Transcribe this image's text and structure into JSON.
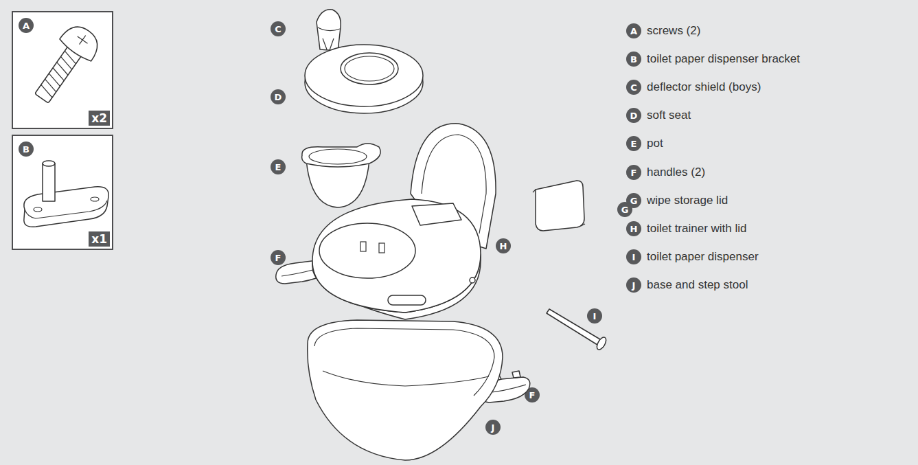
{
  "diagram": {
    "nodes": [
      {
        "text": [
          "x2"
        ]
      },
      {
        "text": [
          "A"
        ],
        "in": 0
      },
      {
        "text": [
          "x1"
        ]
      },
      {
        "text": [
          "B"
        ],
        "in": 2
      },
      {
        "text": [
          "C"
        ]
      },
      {
        "text": [
          "D"
        ]
      },
      {
        "text": [
          "E"
        ]
      },
      {
        "text": [
          "F"
        ]
      },
      {
        "text": [
          "G"
        ]
      },
      {
        "text": [
          "H"
        ]
      },
      {
        "text": [
          "I"
        ]
      },
      {
        "text": [
          "F"
        ]
      },
      {
        "text": [
          "J"
        ]
      },
      {
        "text": [
          "A",
          "screws (2)"
        ]
      },
      {
        "text": [
          "B",
          "toilet paper dispenser bracket"
        ]
      },
      {
        "text": [
          "C",
          "deflector shield (boys)"
        ]
      },
      {
        "text": [
          "D",
          "soft seat"
        ]
      },
      {
        "text": [
          "E",
          "pot"
        ]
      },
      {
        "text": [
          "F",
          "handles (2)"
        ]
      },
      {
        "text": [
          "G",
          "wipe storage lid"
        ]
      },
      {
        "text": [
          "H",
          "toilet trainer with lid"
        ]
      },
      {
        "text": [
          "I",
          "toilet paper dispenser"
        ]
      },
      {
        "text": [
          "J",
          "base and step stool"
        ]
      }
    ]
  }
}
